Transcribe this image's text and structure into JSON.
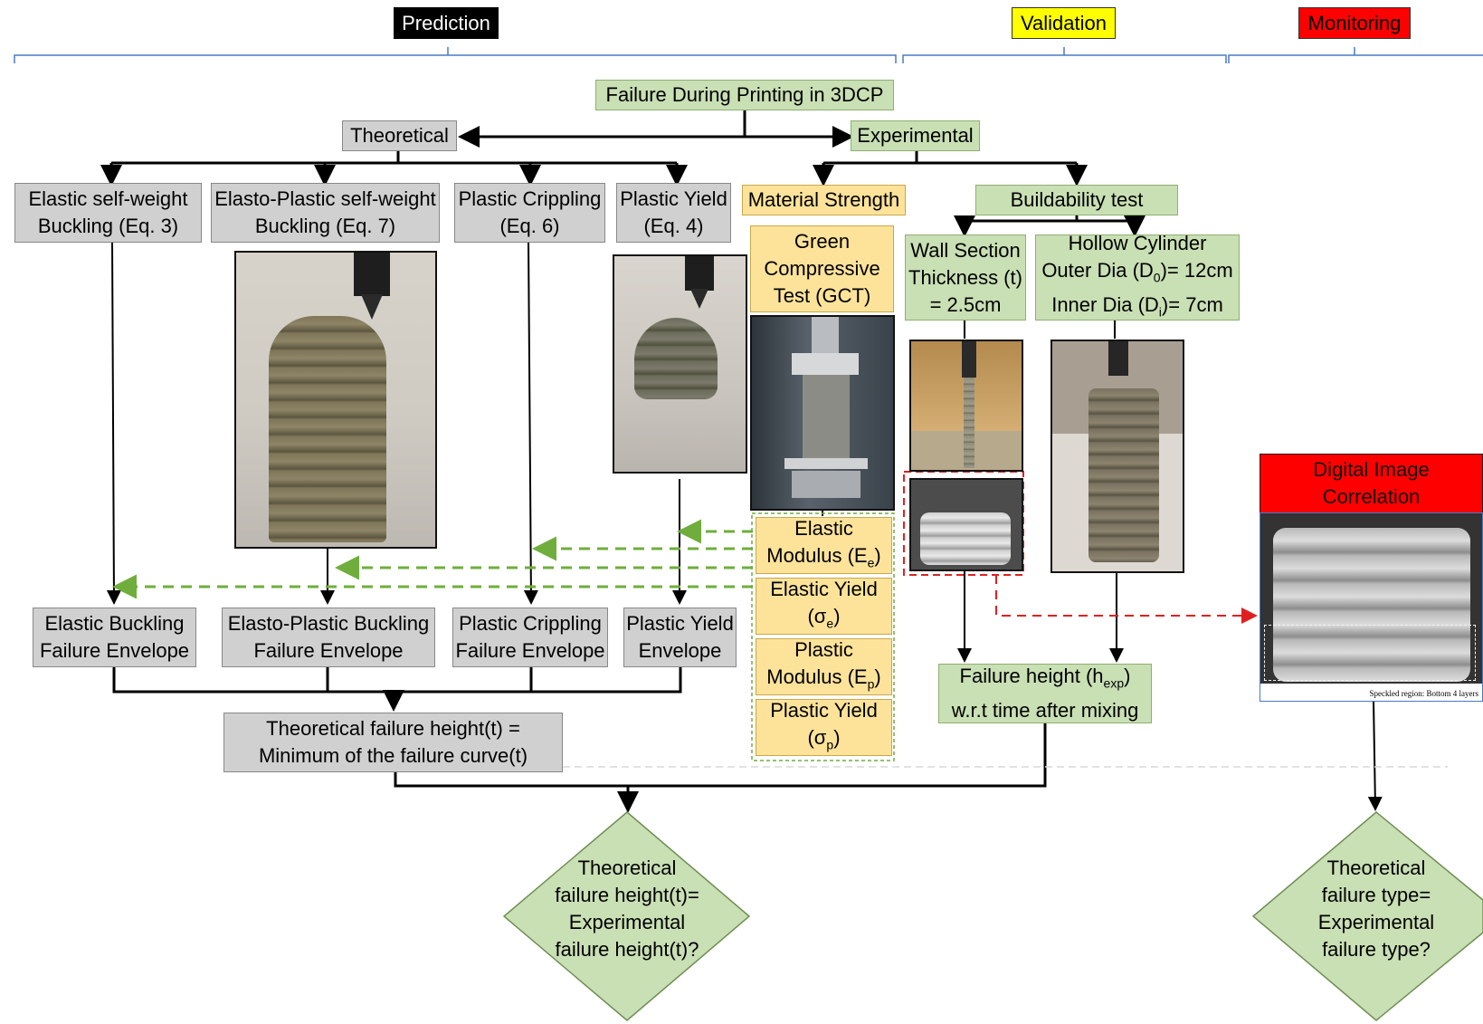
{
  "phases": {
    "prediction": "Prediction",
    "validation": "Validation",
    "monitoring": "Monitoring"
  },
  "colors": {
    "prediction": "#000000",
    "validation": "#ffff00",
    "monitoring": "#ff0000",
    "green_box": "#c9dfb4",
    "gray_box": "#d0d0d0",
    "yellow_box": "#fde39a",
    "bracket": "#4a78c8",
    "dashed_green": "#6fae3c",
    "dashed_red": "#e02020"
  },
  "root": "Failure During Printing in 3DCP",
  "theoretical": "Theoretical",
  "experimental": "Experimental",
  "theory_methods": [
    {
      "line1": "Elastic self-weight",
      "line2": "Buckling (Eq. 3)"
    },
    {
      "line1": "Elasto-Plastic self-weight",
      "line2": "Buckling (Eq. 7)"
    },
    {
      "line1": "Plastic Crippling",
      "line2": "(Eq. 6)"
    },
    {
      "line1": "Plastic Yield",
      "line2": "(Eq. 4)"
    }
  ],
  "envelopes": [
    {
      "line1": "Elastic Buckling",
      "line2": "Failure Envelope"
    },
    {
      "line1": "Elasto-Plastic Buckling",
      "line2": "Failure Envelope"
    },
    {
      "line1": "Plastic Crippling",
      "line2": "Failure Envelope"
    },
    {
      "line1": "Plastic Yield",
      "line2": "Envelope"
    }
  ],
  "theory_result": {
    "line1": "Theoretical failure height(t) =",
    "line2": "Minimum of the failure curve(t)"
  },
  "material_strength": "Material Strength",
  "gct": {
    "line1": "Green",
    "line2": "Compressive",
    "line3": "Test (GCT)"
  },
  "material_props": [
    {
      "line1": "Elastic",
      "line2a": "Modulus (E",
      "sub": "e",
      "line2b": ")"
    },
    {
      "line1": "Elastic Yield",
      "line2a": "(σ",
      "sub": "e",
      "line2b": ")"
    },
    {
      "line1": "Plastic",
      "line2a": "Modulus (E",
      "sub": "p",
      "line2b": ")"
    },
    {
      "line1": "Plastic Yield",
      "line2a": "(σ",
      "sub": "p",
      "line2b": ")"
    }
  ],
  "buildability": "Buildability test",
  "wall": {
    "line1": "Wall Section",
    "line2": "Thickness (t)",
    "line3": "= 2.5cm"
  },
  "cylinder": {
    "line1": "Hollow Cylinder",
    "line2a": "Outer Dia (D",
    "sub2": "0",
    "line2b": ")= 12cm",
    "line3a": "Inner Dia (D",
    "sub3": "i",
    "line3b": ")= 7cm"
  },
  "exp_result": {
    "line1a": "Failure height (h",
    "sub": "exp",
    "line1b": ")",
    "line2": "w.r.t  time after mixing"
  },
  "dic": {
    "line1": "Digital Image",
    "line2": "Correlation",
    "caption": "Speckled region: Bottom 4 layers"
  },
  "decision_left": {
    "line1": "Theoretical",
    "line2": "failure height(t)=",
    "line3": "Experimental",
    "line4": "failure height(t)?"
  },
  "decision_right": {
    "line1": "Theoretical",
    "line2": "failure type=",
    "line3": "Experimental",
    "line4": "failure type?"
  }
}
